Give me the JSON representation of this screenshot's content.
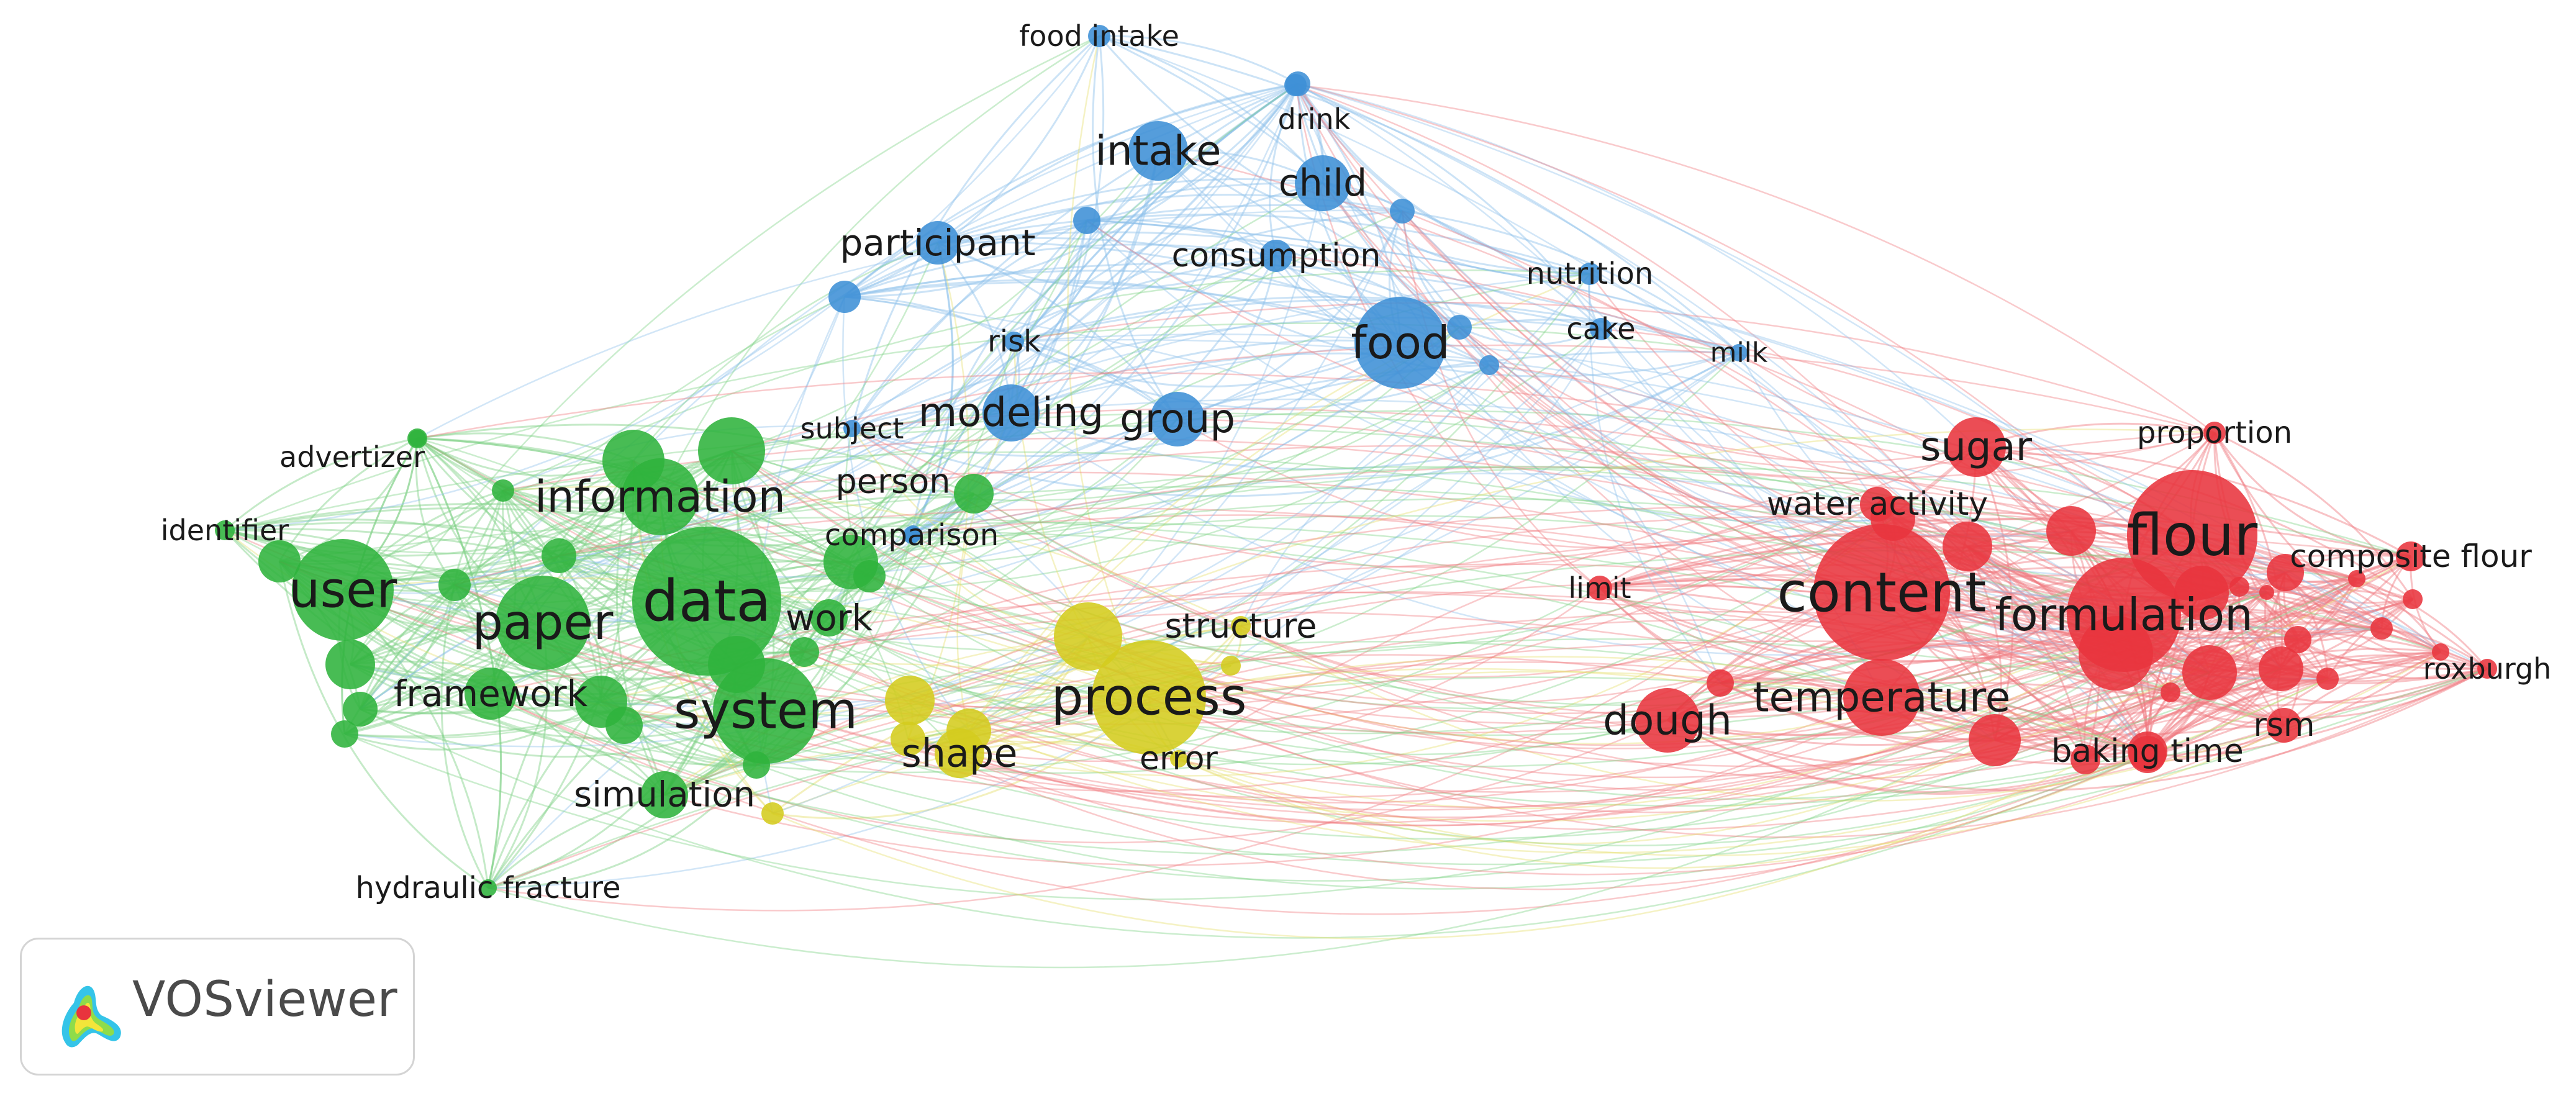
{
  "branding": {
    "logo_text": "VOSviewer"
  },
  "network": {
    "clusters": [
      {
        "id": "red",
        "color": "#e8343d",
        "edge": "#f07a80"
      },
      {
        "id": "green",
        "color": "#2fb33c",
        "edge": "#7ed184"
      },
      {
        "id": "blue",
        "color": "#3d8fd6",
        "edge": "#8ec1ea"
      },
      {
        "id": "yellow",
        "color": "#d4cc1e",
        "edge": "#e5de6c"
      }
    ],
    "nodes": [
      {
        "label": "food intake",
        "cluster": "blue",
        "weight": 1
      },
      {
        "label": "drink",
        "cluster": "blue",
        "weight": 1
      },
      {
        "label": "intake",
        "cluster": "blue",
        "weight": 5
      },
      {
        "label": "child",
        "cluster": "blue",
        "weight": 4
      },
      {
        "label": "participant",
        "cluster": "blue",
        "weight": 3
      },
      {
        "label": "consumption",
        "cluster": "blue",
        "weight": 2
      },
      {
        "label": "nutrition",
        "cluster": "blue",
        "weight": 1
      },
      {
        "label": "cake",
        "cluster": "blue",
        "weight": 1
      },
      {
        "label": "milk",
        "cluster": "blue",
        "weight": 1
      },
      {
        "label": "food",
        "cluster": "blue",
        "weight": 7
      },
      {
        "label": "risk",
        "cluster": "blue",
        "weight": 1
      },
      {
        "label": "modeling",
        "cluster": "blue",
        "weight": 4
      },
      {
        "label": "group",
        "cluster": "blue",
        "weight": 4
      },
      {
        "label": "subject",
        "cluster": "blue",
        "weight": 1
      },
      {
        "label": "comparison",
        "cluster": "blue",
        "weight": 1
      },
      {
        "label": "advertizer",
        "cluster": "green",
        "weight": 1
      },
      {
        "label": "identifier",
        "cluster": "green",
        "weight": 1
      },
      {
        "label": "information",
        "cluster": "green",
        "weight": 6
      },
      {
        "label": "person",
        "cluster": "green",
        "weight": 2
      },
      {
        "label": "user",
        "cluster": "green",
        "weight": 8
      },
      {
        "label": "paper",
        "cluster": "green",
        "weight": 7
      },
      {
        "label": "data",
        "cluster": "green",
        "weight": 10
      },
      {
        "label": "work",
        "cluster": "green",
        "weight": 3
      },
      {
        "label": "framework",
        "cluster": "green",
        "weight": 4
      },
      {
        "label": "system",
        "cluster": "green",
        "weight": 8
      },
      {
        "label": "simulation",
        "cluster": "green",
        "weight": 3
      },
      {
        "label": "hydraulic fracture",
        "cluster": "green",
        "weight": 1
      },
      {
        "label": "process",
        "cluster": "yellow",
        "weight": 8
      },
      {
        "label": "structure",
        "cluster": "yellow",
        "weight": 2
      },
      {
        "label": "shape",
        "cluster": "yellow",
        "weight": 4
      },
      {
        "label": "error",
        "cluster": "yellow",
        "weight": 1
      },
      {
        "label": "sugar",
        "cluster": "red",
        "weight": 4
      },
      {
        "label": "proportion",
        "cluster": "red",
        "weight": 1
      },
      {
        "label": "flour",
        "cluster": "red",
        "weight": 10
      },
      {
        "label": "water activity",
        "cluster": "red",
        "weight": 2
      },
      {
        "label": "composite flour",
        "cluster": "red",
        "weight": 2
      },
      {
        "label": "limit",
        "cluster": "red",
        "weight": 1
      },
      {
        "label": "content",
        "cluster": "red",
        "weight": 10
      },
      {
        "label": "formulation",
        "cluster": "red",
        "weight": 8
      },
      {
        "label": "temperature",
        "cluster": "red",
        "weight": 6
      },
      {
        "label": "dough",
        "cluster": "red",
        "weight": 5
      },
      {
        "label": "roxburgh",
        "cluster": "red",
        "weight": 1
      },
      {
        "label": "rsm",
        "cluster": "red",
        "weight": 2
      },
      {
        "label": "baking time",
        "cluster": "red",
        "weight": 2
      }
    ]
  }
}
